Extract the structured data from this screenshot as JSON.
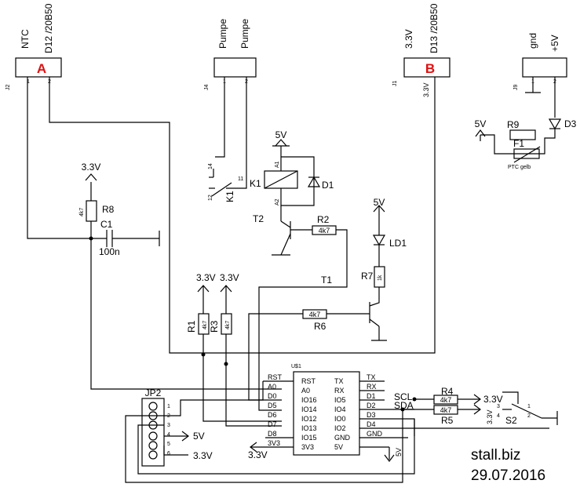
{
  "connectors": {
    "j2": {
      "ref": "J2",
      "pin1": "1",
      "pin2": "2",
      "label1": "NTC",
      "label2": "D12 /20B50",
      "marker": "A"
    },
    "j4": {
      "ref": "J4",
      "pin1": "1",
      "pin2": "2",
      "label1": "Pumpe",
      "label2": "Pumpe"
    },
    "j1": {
      "ref": "J1",
      "label1": "3.3V",
      "label2": "D13 /20B50",
      "marker": "B",
      "rail": "3.3V"
    },
    "j9": {
      "ref": "J9",
      "pin1": "1",
      "pin2": "2",
      "label1": "gnd",
      "label2": "+5V"
    }
  },
  "labels": {
    "r8_supply": "3.3V",
    "r8_ref": "R8",
    "r8_value": "4k7",
    "c1_ref": "C1",
    "c1_value": "100n",
    "k1_supply": "5V",
    "k1_a1": "A1",
    "k1_a2": "A2",
    "k1_ref": "K1",
    "d1_ref": "D1",
    "k1_pin14": "14",
    "k1_pin12": "12",
    "k1_pin11": "11",
    "t2_ref": "T2",
    "r2_ref": "R2",
    "r2_value": "4k7",
    "t1_ref": "T1",
    "led_supply": "5V",
    "ld1_ref": "LD1",
    "r7_ref": "R7",
    "r7_value": "1k",
    "r6_value": "4k7",
    "r6_ref": "R6",
    "r1_supply": "3.3V",
    "r3_supply": "3.3V",
    "r1_ref": "R1",
    "r1_value": "4k7",
    "r3_ref": "R3",
    "r3_value": "4k7",
    "r9_supply": "5V",
    "r9_ref": "R9",
    "f1_ref": "F1",
    "ptc": "PTC gelb",
    "d3_ref": "D3",
    "r4_ref": "R4",
    "r4_value": "4k7",
    "r5_value": "4k7",
    "r5_ref": "R5",
    "scl": "SCL",
    "sda": "SDA",
    "r4_supply": "3.3V",
    "r5_supply": "3.3V",
    "s2_ref": "S2",
    "s2_pin3": "3",
    "s2_pin4": "4",
    "s2_pin1": "1",
    "s2_pin2": "2",
    "jp2_ref": "JP2",
    "jp2_pin1": "1",
    "jp2_pin2": "2",
    "jp2_pin3": "3",
    "jp2_pin4": "4",
    "jp2_pin5": "5",
    "jp2_pin6": "6",
    "jp2_5v": "5V",
    "jp2_3v3": "3.3V",
    "ic_3v3": "3.3V",
    "ic_5v": "5V"
  },
  "ic": {
    "ref": "U$1",
    "left_inner": [
      "RST",
      "A0",
      "IO16",
      "IO14",
      "IO12",
      "IO13",
      "IO15",
      "3V3"
    ],
    "right_inner": [
      "TX",
      "RX",
      "IO5",
      "IO4",
      "IO0",
      "IO2",
      "GND",
      "5V"
    ],
    "left_outer": [
      "RST",
      "A0",
      "D0",
      "D5",
      "D6",
      "D7",
      "D8",
      "3V3"
    ],
    "right_outer": [
      "TX",
      "RX",
      "D1",
      "D2",
      "D3",
      "D4",
      "GND"
    ]
  },
  "footer": {
    "site": "stall.biz",
    "date": "29.07.2016"
  }
}
